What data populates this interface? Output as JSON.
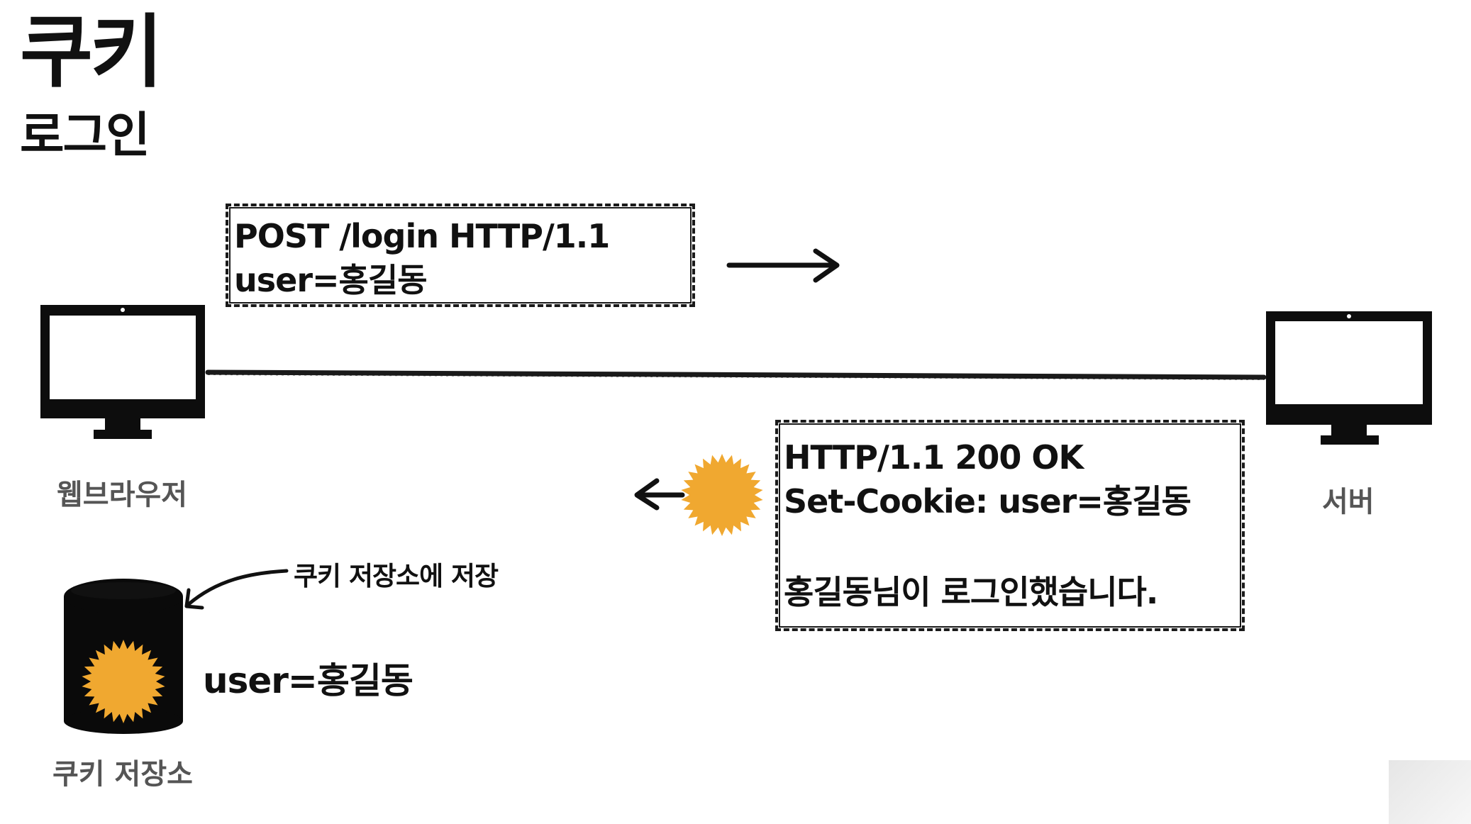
{
  "title": "쿠키",
  "subtitle": "로그인",
  "client": {
    "label": "웹브라우저"
  },
  "server": {
    "label": "서버"
  },
  "request": {
    "line1": "POST /login HTTP/1.1",
    "line2": "user=홍길동"
  },
  "response": {
    "line1": "HTTP/1.1 200 OK",
    "line2": "Set-Cookie: user=홍길동",
    "line3": "홍길동님이 로그인했습니다."
  },
  "cookie_store": {
    "label": "쿠키 저장소",
    "note": "쿠키 저장소에 저장",
    "value": "user=홍길동"
  },
  "colors": {
    "cookie": "#f0a830",
    "ink": "#111111",
    "label_gray": "#555555"
  },
  "icons": {
    "client": "monitor-icon",
    "server": "monitor-icon",
    "cookie": "cookie-burst-icon",
    "storage": "database-cylinder-icon"
  }
}
